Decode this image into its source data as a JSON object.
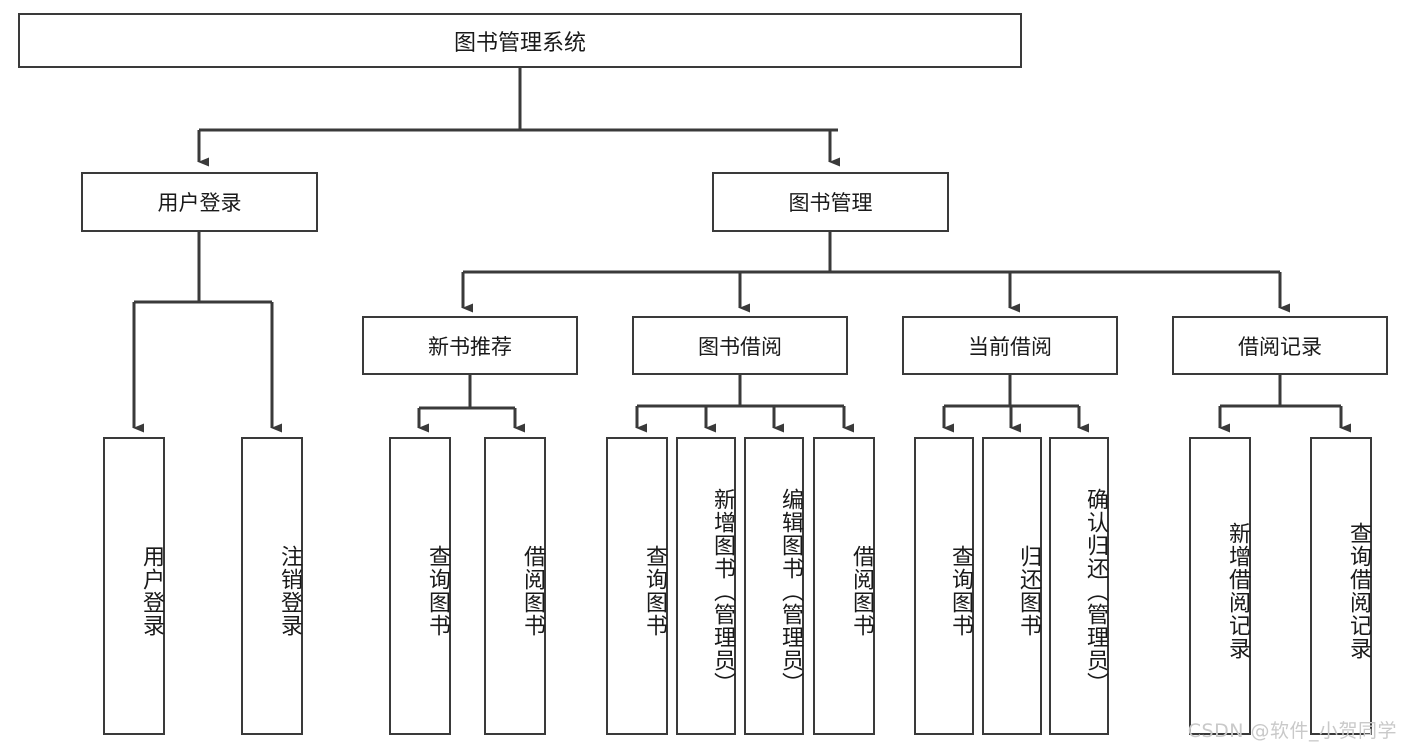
{
  "diagram": {
    "title": "图书管理系统",
    "type": "tree-hierarchy",
    "root": {
      "label": "图书管理系统"
    },
    "level2": [
      {
        "label": "用户登录"
      },
      {
        "label": "图书管理"
      }
    ],
    "level3": [
      {
        "label": "新书推荐"
      },
      {
        "label": "图书借阅"
      },
      {
        "label": "当前借阅"
      },
      {
        "label": "借阅记录"
      }
    ],
    "leaves": {
      "user_login": [
        {
          "label": "用户登录"
        },
        {
          "label": "注销登录"
        }
      ],
      "new_book_recommend": [
        {
          "label": "查询图书"
        },
        {
          "label": "借阅图书"
        }
      ],
      "book_borrow": [
        {
          "label": "查询图书"
        },
        {
          "label": "新增图书（管理员）"
        },
        {
          "label": "编辑图书（管理员）"
        },
        {
          "label": "借阅图书"
        }
      ],
      "current_borrow": [
        {
          "label": "查询图书"
        },
        {
          "label": "归还图书"
        },
        {
          "label": "确认归还（管理员）"
        }
      ],
      "borrow_record": [
        {
          "label": "新增借阅记录"
        },
        {
          "label": "查询借阅记录"
        }
      ]
    }
  },
  "watermark": {
    "text": "CSDN @软件_小贺同学"
  },
  "colors": {
    "stroke": "#3a3a3a",
    "background": "#ffffff",
    "text": "#1a1a1a",
    "watermark": "#c9c9c9"
  }
}
